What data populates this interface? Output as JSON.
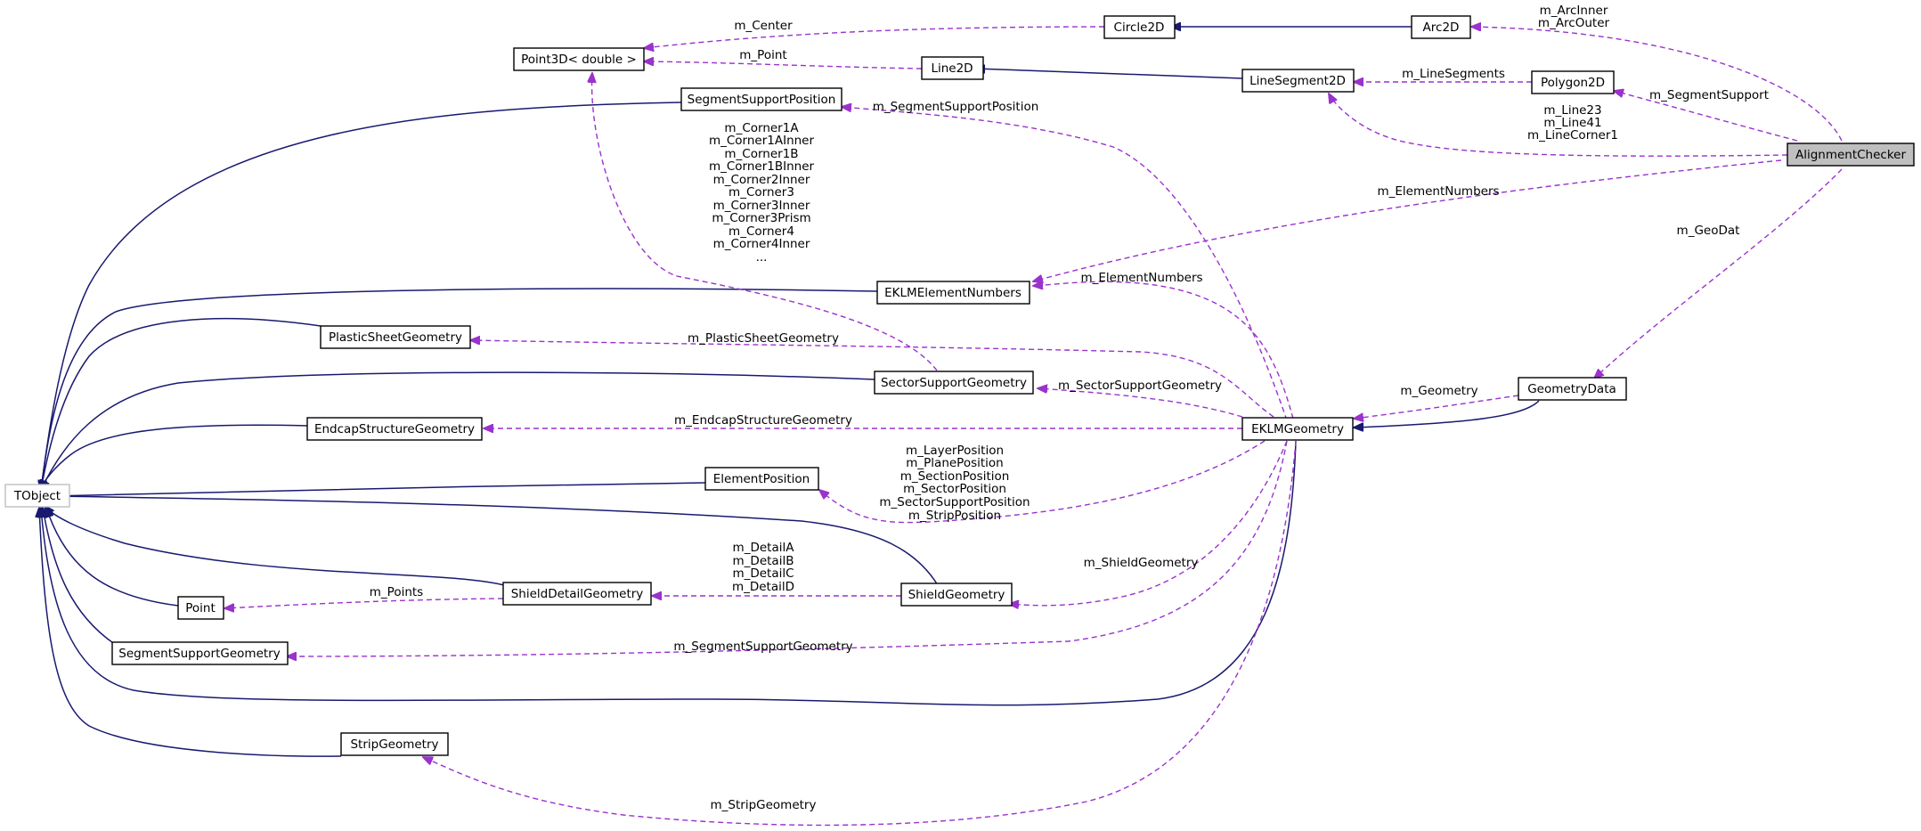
{
  "diagram": {
    "classes": {
      "alignment_checker": "AlignmentChecker",
      "arc2d": "Arc2D",
      "circle2d": "Circle2D",
      "point3d": "Point3D< double >",
      "line2d": "Line2D",
      "line_segment2d": "LineSegment2D",
      "polygon2d": "Polygon2D",
      "segment_support_position": "SegmentSupportPosition",
      "eklm_element_numbers": "EKLMElementNumbers",
      "plastic_sheet_geometry": "PlasticSheetGeometry",
      "sector_support_geometry": "SectorSupportGeometry",
      "geometry_data": "GeometryData",
      "endcap_structure_geometry": "EndcapStructureGeometry",
      "eklm_geometry": "EKLMGeometry",
      "tobject": "TObject",
      "element_position": "ElementPosition",
      "shield_detail_geometry": "ShieldDetailGeometry",
      "shield_geometry": "ShieldGeometry",
      "point": "Point",
      "segment_support_geometry": "SegmentSupportGeometry",
      "strip_geometry": "StripGeometry"
    },
    "labels": {
      "arc_inner_outer": [
        "m_ArcInner",
        "m_ArcOuter"
      ],
      "center": "m_Center",
      "point": "m_Point",
      "line_segments": "m_LineSegments",
      "segment_support": "m_SegmentSupport",
      "lines": [
        "m_Line23",
        "m_Line41",
        "m_LineCorner1"
      ],
      "segment_support_position": "m_SegmentSupportPosition",
      "corners": [
        "m_Corner1A",
        "m_Corner1AInner",
        "m_Corner1B",
        "m_Corner1BInner",
        "m_Corner2Inner",
        "m_Corner3",
        "m_Corner3Inner",
        "m_Corner3Prism",
        "m_Corner4",
        "m_Corner4Inner",
        "..."
      ],
      "element_numbers_checker": "m_ElementNumbers",
      "geo_dat": "m_GeoDat",
      "element_numbers_geometry": "m_ElementNumbers",
      "plastic_sheet_geometry": "m_PlasticSheetGeometry",
      "sector_support_geometry": "m_SectorSupportGeometry",
      "geometry": "m_Geometry",
      "endcap_structure_geometry": "m_EndcapStructureGeometry",
      "positions": [
        "m_LayerPosition",
        "m_PlanePosition",
        "m_SectionPosition",
        "m_SectorPosition",
        "m_SectorSupportPosition",
        "m_StripPosition"
      ],
      "details": [
        "m_DetailA",
        "m_DetailB",
        "m_DetailC",
        "m_DetailD"
      ],
      "shield_geometry": "m_ShieldGeometry",
      "points": "m_Points",
      "segment_support_geometry": "m_SegmentSupportGeometry",
      "strip_geometry": "m_StripGeometry"
    },
    "colors": {
      "inheritance_edge": "#191970",
      "usage_edge": "#9a32cd",
      "root_fill": "#bfbfbf"
    }
  }
}
